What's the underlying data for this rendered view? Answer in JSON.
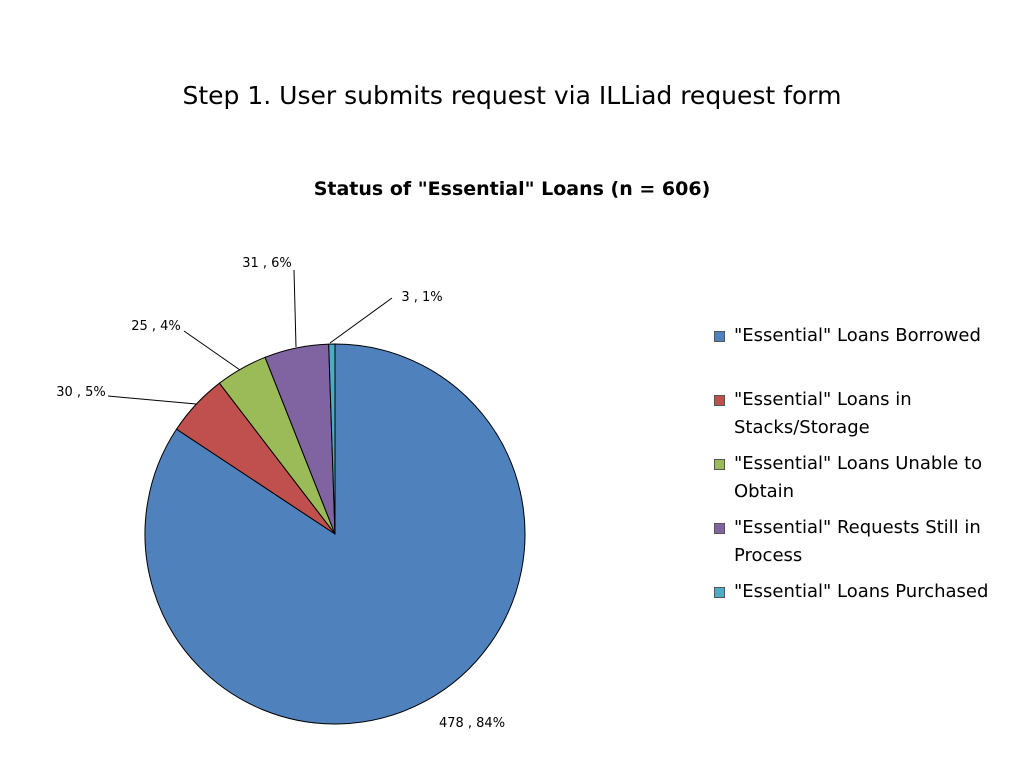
{
  "slide": {
    "title": "Step 1. User submits request via ILLiad request form"
  },
  "chart_data": {
    "type": "pie",
    "title": "Status of \"Essential\" Loans (n = 606)",
    "slices": [
      {
        "label": "\"Essential\" Loans Borrowed",
        "value": 478,
        "percent": 84,
        "data_label": "478 , 84%",
        "color": "#4F81BD"
      },
      {
        "label": "\"Essential\" Loans in Stacks/Storage",
        "value": 30,
        "percent": 5,
        "data_label": "30 , 5%",
        "color": "#C0504D"
      },
      {
        "label": "\"Essential\" Loans Unable to Obtain",
        "value": 25,
        "percent": 4,
        "data_label": "25 , 4%",
        "color": "#9BBB59"
      },
      {
        "label": "\"Essential\" Requests Still in Process",
        "value": 31,
        "percent": 6,
        "data_label": "31 , 6%",
        "color": "#8064A2"
      },
      {
        "label": "\"Essential\" Loans Purchased",
        "value": 3,
        "percent": 1,
        "data_label": "3 , 1%",
        "color": "#4BACC6"
      }
    ],
    "legend_position": "right"
  }
}
